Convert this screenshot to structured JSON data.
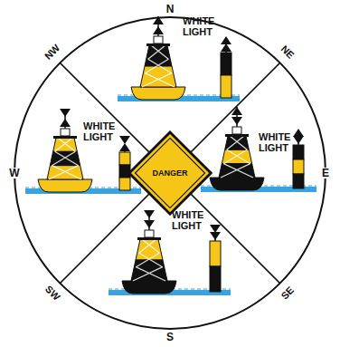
{
  "diagram": {
    "nodes": [
      {
        "text": [
          "DANGER"
        ]
      }
    ],
    "labels": [
      "N",
      "NW",
      "WHITE LIGHT",
      "NE",
      "W",
      "WHITE LIGHT",
      "WHITE LIGHT",
      "E",
      "WHITE LIGHT",
      "SW",
      "SE",
      "S"
    ]
  }
}
